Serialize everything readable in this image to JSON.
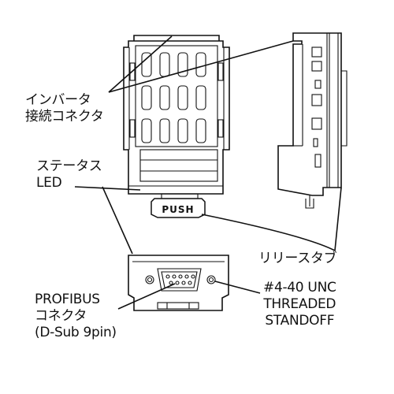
{
  "labels": {
    "inverter_connector": [
      "インバータ",
      "接続コネクタ"
    ],
    "status_led": [
      "ステータス",
      "LED"
    ],
    "release_tab": "リリースタブ",
    "profibus_connector": [
      "PROFIBUS",
      "コネクタ",
      "(D-Sub 9pin)"
    ],
    "standoff": [
      "#4-40 UNC",
      "THREADED",
      "STANDOFF"
    ],
    "push_text": "PUSH"
  },
  "icons": {
    "front_view": "module-front-view",
    "side_view": "module-side-view",
    "bottom_view": "module-bottom-view",
    "dsub": "dsub-9pin-connector-icon",
    "standoff": "threaded-standoff-icon"
  }
}
